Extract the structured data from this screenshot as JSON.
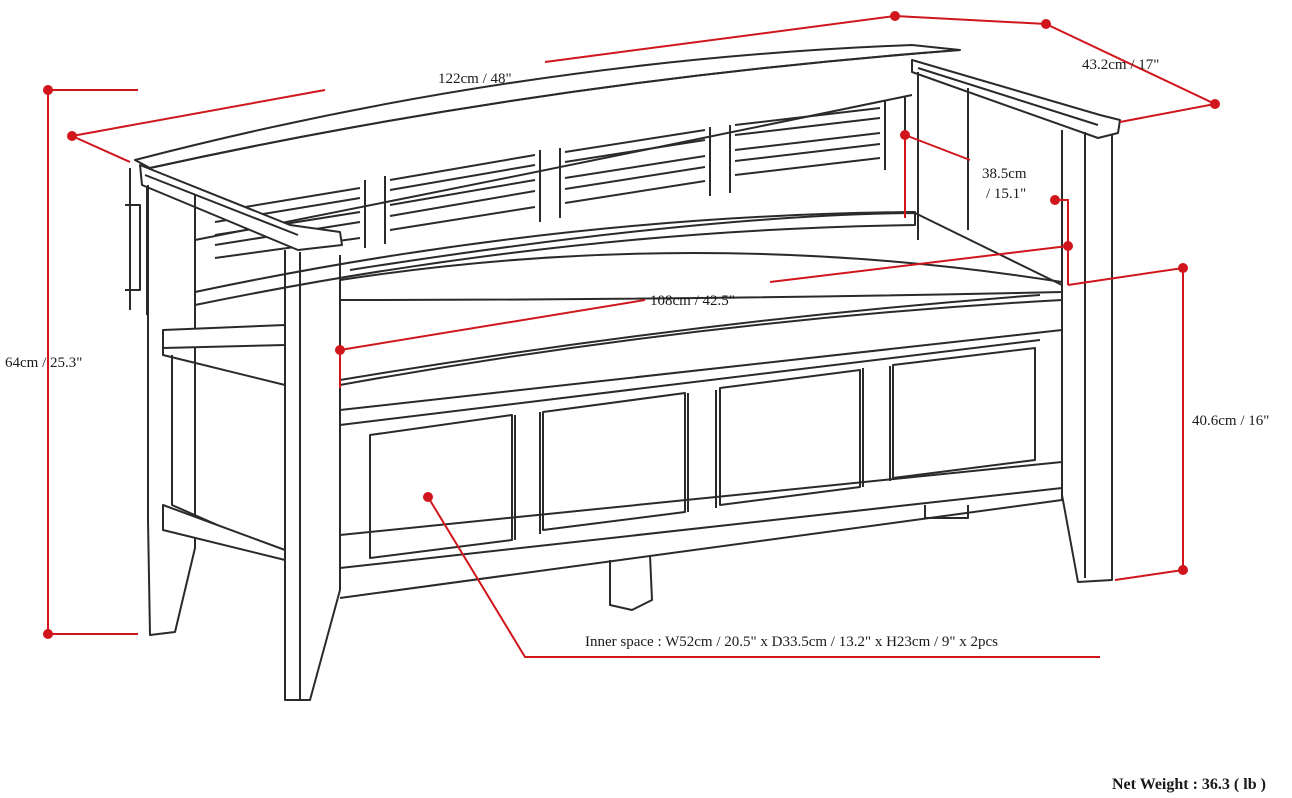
{
  "dimensions": {
    "overall_width": "122cm / 48\"",
    "overall_depth": "43.2cm / 17\"",
    "overall_height": "64cm / 25.3\"",
    "back_height_line1": "38.5cm",
    "back_height_line2": "/ 15.1\"",
    "seat_width": "108cm / 42.5\"",
    "seat_height": "40.6cm / 16\""
  },
  "inner_space": "Inner space : W52cm / 20.5\" x D33.5cm / 13.2\" x H23cm / 9\" x 2pcs",
  "net_weight": "Net Weight : 36.3 ( lb )",
  "colors": {
    "dimension_line": "#d0161c",
    "outline": "#2a2a2a"
  }
}
